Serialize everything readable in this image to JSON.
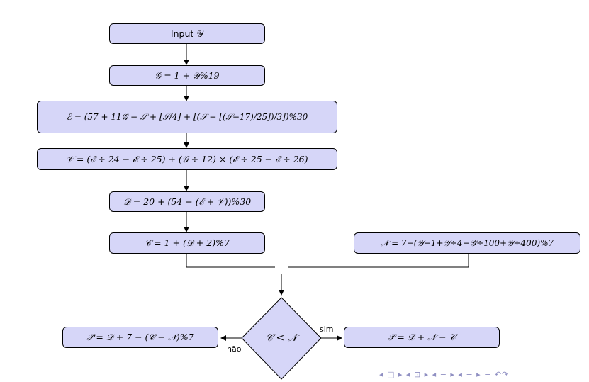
{
  "colors": {
    "box_fill": "#d6d6f8",
    "stroke": "#000000",
    "nav": "#8f8fc2"
  },
  "nodes": {
    "input": "Input 𝒴",
    "g": "𝒢 = 1 + 𝒴%19",
    "e": "ℰ = (57 + 11𝒢 − 𝒮 + ⌊𝒮/4⌋ + ⌊(𝒮 − ⌊(𝒮−17)/25⌋)/3⌋)%30",
    "v": "𝒱 = (ℰ ÷ 24 − ℰ ÷ 25) + (𝒢 ÷ 12) × (ℰ ÷ 25 − ℰ ÷ 26)",
    "d": "𝒟 = 20 + (54 − (ℰ + 𝒱))%30",
    "c": "𝒞 = 1 + (𝒟 + 2)%7",
    "n": "𝒩 = 7−(𝒴−1+𝒴÷4−𝒴÷100+𝒴÷400)%7",
    "decision": "𝒞 < 𝒩",
    "p_no": "𝒫 = 𝒟 + 7 − (𝒞 − 𝒩)%7",
    "p_yes": "𝒫 = 𝒟 + 𝒩 − 𝒞"
  },
  "edge_labels": {
    "yes": "sim",
    "no": "não"
  },
  "nav_glyphs": "◂ □ ▸ ◂ ⊡ ▸ ◂ ≡ ▸ ◂ ≡ ▸ ≡ ↶↷"
}
